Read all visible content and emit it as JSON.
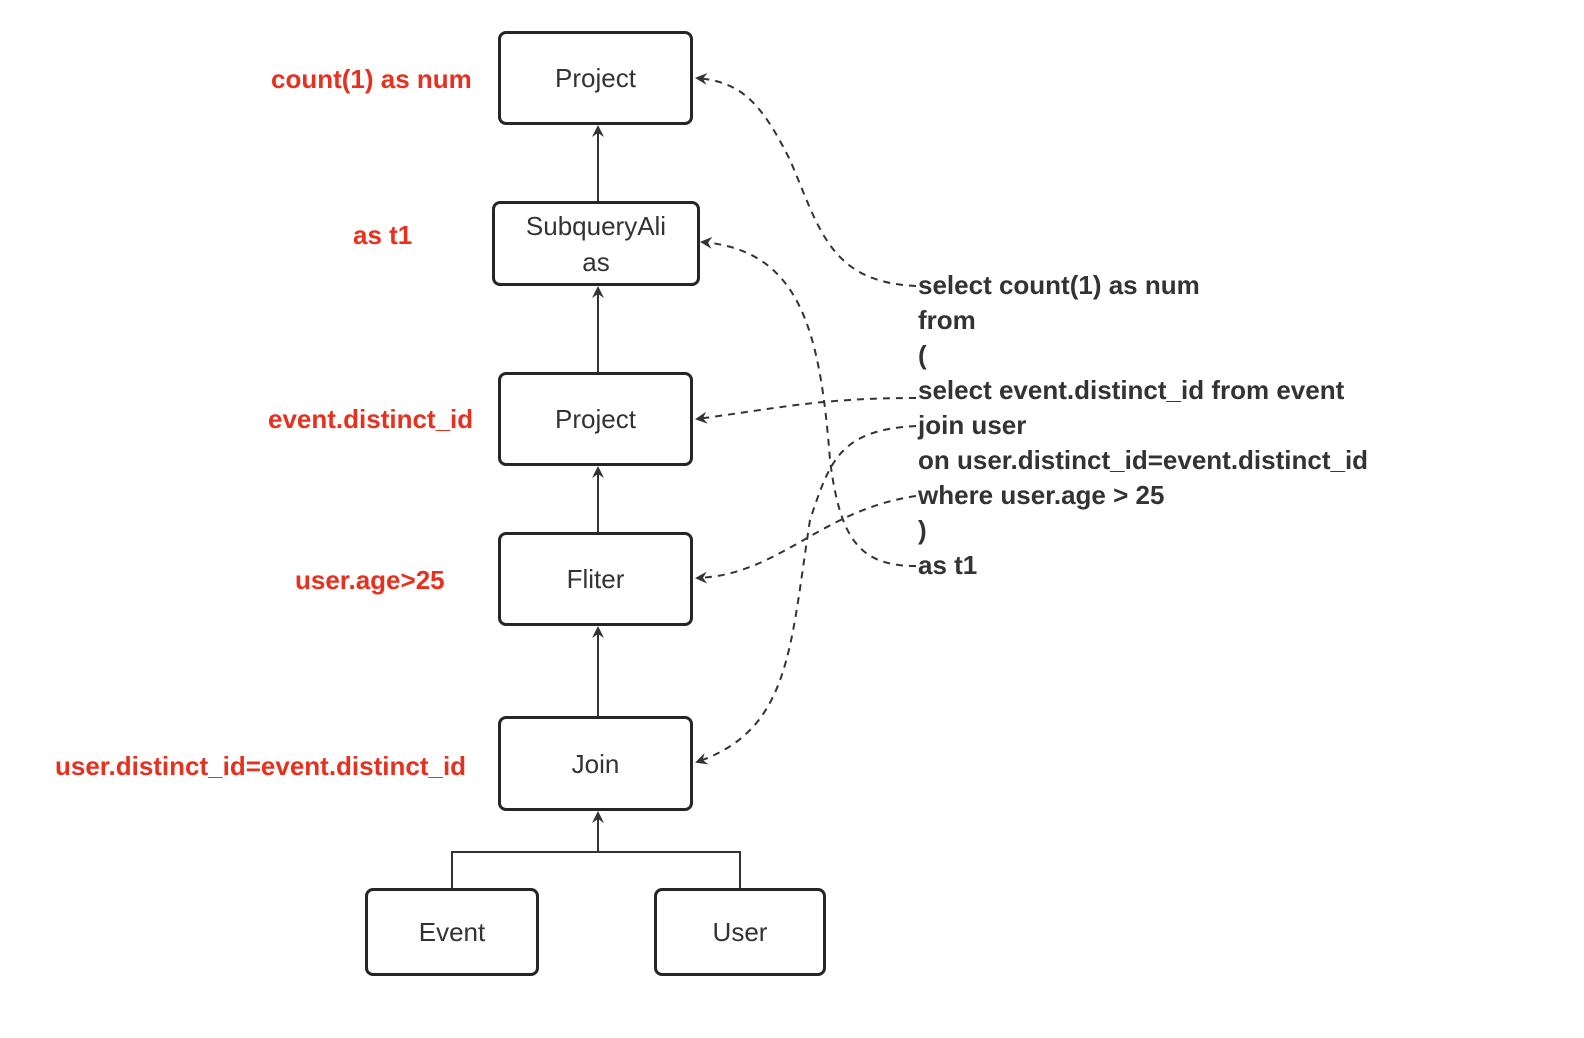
{
  "nodes": {
    "project_top": "Project",
    "subquery_alias": [
      "SubqueryAli",
      "as"
    ],
    "project_mid": "Project",
    "filter": "Fliter",
    "join": "Join",
    "event": "Event",
    "user": "User"
  },
  "annotations": {
    "project_top": "count(1) as num",
    "subquery_alias": "as t1",
    "project_mid": "event.distinct_id",
    "filter": "user.age>25",
    "join": "user.distinct_id=event.distinct_id"
  },
  "sql_lines": [
    "select count(1) as num",
    "from",
    "(",
    "select event.distinct_id from event",
    "join user",
    "on user.distinct_id=event.distinct_id",
    "where user.age > 25",
    ")",
    "as t1"
  ],
  "edges": [
    {
      "from": "subquery_alias",
      "to": "project_top",
      "style": "solid"
    },
    {
      "from": "project_mid",
      "to": "subquery_alias",
      "style": "solid"
    },
    {
      "from": "filter",
      "to": "project_mid",
      "style": "solid"
    },
    {
      "from": "join",
      "to": "filter",
      "style": "solid"
    },
    {
      "from": "event",
      "to": "join",
      "style": "solid"
    },
    {
      "from": "user",
      "to": "join",
      "style": "solid"
    },
    {
      "from": "sql_line_0",
      "to": "project_top",
      "style": "dashed"
    },
    {
      "from": "sql_line_8",
      "to": "subquery_alias",
      "style": "dashed"
    },
    {
      "from": "sql_line_3",
      "to": "project_mid",
      "style": "dashed"
    },
    {
      "from": "sql_line_6",
      "to": "filter",
      "style": "dashed"
    },
    {
      "from": "sql_line_4",
      "to": "join",
      "style": "dashed"
    }
  ],
  "colors": {
    "annotation": "#e8301f",
    "node_border": "#262626",
    "text": "#333333",
    "edge": "#333333"
  }
}
